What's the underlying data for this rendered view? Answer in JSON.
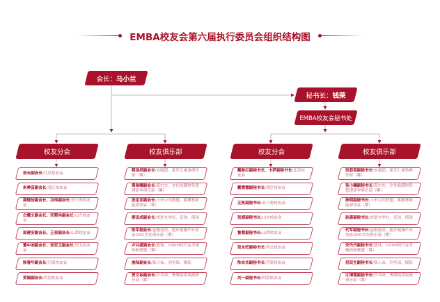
{
  "title": "EMBA校友会第六届执行委员会组织结构图",
  "president": {
    "label": "会长：",
    "name": "马小兰"
  },
  "secretary_general": {
    "label": "秘书长：",
    "name": "钱荣"
  },
  "secretariat": "EMBA校友会秘书处",
  "columns": [
    {
      "header": "校友分会",
      "items": [
        {
          "name": "张云副会长",
          "org": "/北京校友会"
        },
        {
          "name": "朱美音副会长",
          "org": "/湾区校友会"
        },
        {
          "name": "龚愉怡副会长、冯伟副会长",
          "org": "/长三角校友会"
        },
        {
          "name": "白耀文副会长、宋熙伟副会长",
          "org": "/山东校友会"
        },
        {
          "name": "郭建安副会长、王泉副会长",
          "org": "/山西校友会"
        },
        {
          "name": "董中洲副会长、张亚卫副会长",
          "org": "/河北校友会"
        },
        {
          "name": "陈春华副会长",
          "org": "/河南校友会"
        },
        {
          "name": "贺娟副会长",
          "org": "/西南校友会"
        }
      ]
    },
    {
      "header": "校友俱乐部",
      "items": [
        {
          "name": "程浩然副会长",
          "org": "/合唱团、家乐汇桌游俱乐部（筹）"
        },
        {
          "name": "周晓曦副会长",
          "org": "/高尔夫、文化收藏财务管理研学俱乐部（筹）"
        },
        {
          "name": "张定亚副会长",
          "org": "/上市公司联盟、紫藤荟新能源协会（筹）"
        },
        {
          "name": "廖运成副会长",
          "org": "/求是文学社、足球、网球"
        },
        {
          "name": "陈军副会长",
          "org": "/金融投资、医疗健康产业协会QNG文化俱乐部（筹）"
        },
        {
          "name": "卢兴盛副会长",
          "org": "/篮球、CMPM知行会专精特新联盟（筹）"
        },
        {
          "name": "施陆副会长",
          "org": "/铁人会、羽毛球、摄影"
        },
        {
          "name": "贺文标副会长",
          "org": "/乒乓球、青鹰跨境电商俱乐部（筹）"
        }
      ]
    },
    {
      "header": "校友分会",
      "items": [
        {
          "name": "戴新红副秘书长、卡萨副秘书长",
          "org": "/北京校友会"
        },
        {
          "name": "戴雪霞副秘书长",
          "org": "/湾区校友会"
        },
        {
          "name": "汪凯副秘书长",
          "org": "/长三角校友会"
        },
        {
          "name": "张煜副秘书长",
          "org": "/山东校友会"
        },
        {
          "name": "鲁慧副秘书长",
          "org": "/山西校友会"
        },
        {
          "name": "张永旺副秘书长",
          "org": "/河北校友会"
        },
        {
          "name": "陈合杰副秘书长",
          "org": "/河南校友会"
        },
        {
          "name": "刘一副秘书长",
          "org": "/西南校友会"
        }
      ]
    },
    {
      "header": "校友俱乐部",
      "items": [
        {
          "name": "张菲菲副秘书长",
          "org": "/合唱团、家乐汇桌游俱乐部（筹）"
        },
        {
          "name": "张小曦副秘书长",
          "org": "/高尔夫、文化收藏财务管理研学俱乐部（筹）"
        },
        {
          "name": "杨明副秘书长",
          "org": "/上市公司联盟、紫藤荟新能源协会（筹）"
        },
        {
          "name": "赵康副秘书长",
          "org": "/求是文学社、足球、网球"
        },
        {
          "name": "代军副秘书长",
          "org": "/金融投资、医疗健康产业协会QNG文化俱乐部（筹）"
        },
        {
          "name": "宋丹丹副秘书长",
          "org": "/篮球、CMPM知行会专精特新联盟（筹）"
        },
        {
          "name": "倪双生副秘书长",
          "org": "/铁人会、羽毛球、摄影"
        },
        {
          "name": "江博慧副秘书长",
          "org": "/乒乓球、青鹰跨境电商俱乐部（筹）"
        }
      ]
    }
  ]
}
